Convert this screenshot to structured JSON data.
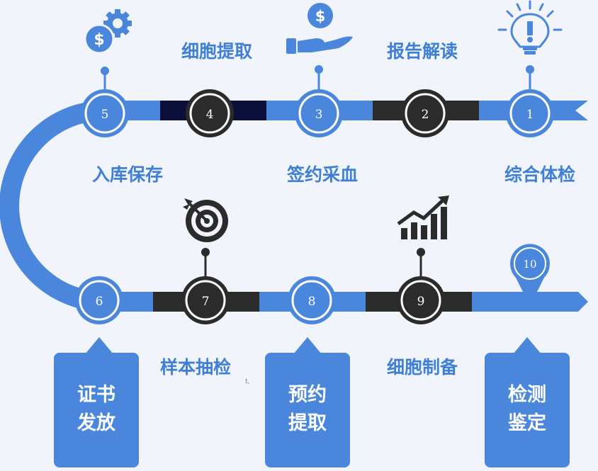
{
  "colors": {
    "blue": "#4a87dc",
    "dark": "#2b2b2b",
    "navy": "#0b0f3a",
    "label": "#3f7fd6",
    "box": "#4a87dc"
  },
  "steps": [
    {
      "num": "1",
      "label": "综合体检"
    },
    {
      "num": "2",
      "label": "报告解读"
    },
    {
      "num": "3",
      "label": "签约采血"
    },
    {
      "num": "4",
      "label": "细胞提取"
    },
    {
      "num": "5",
      "label": "入库保存"
    },
    {
      "num": "6",
      "label_line1": "证书",
      "label_line2": "发放"
    },
    {
      "num": "7",
      "label": "样本抽检"
    },
    {
      "num": "8",
      "label_line1": "预约",
      "label_line2": "提取"
    },
    {
      "num": "9",
      "label": "细胞制备"
    },
    {
      "num": "10",
      "label_line1": "检测",
      "label_line2": "鉴定"
    }
  ],
  "icons": {
    "step5": "gear-dollar-icon",
    "step3": "hand-coin-icon",
    "step1": "lightbulb-icon",
    "step7": "target-icon",
    "step9": "growth-chart-icon",
    "step10": "map-pin-icon"
  },
  "stray_mark": "t,"
}
